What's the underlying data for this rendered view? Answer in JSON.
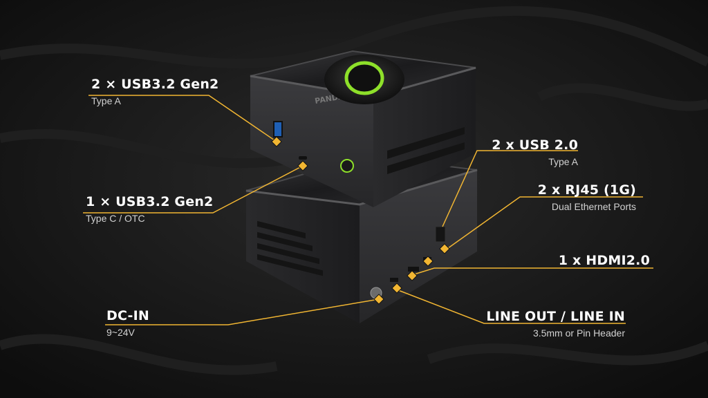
{
  "brand": {
    "logo_text": "PANDA"
  },
  "colors": {
    "accent": "#f2b632",
    "background": "#111111",
    "device": "#2c2c2e",
    "ring": "#8ee02a"
  },
  "callouts": [
    {
      "id": "usb32-typea",
      "title": "2 × USB3.2 Gen2",
      "subtitle": "Type A"
    },
    {
      "id": "usb32-typec",
      "title": "1 × USB3.2 Gen2",
      "subtitle": "Type C / OTC"
    },
    {
      "id": "usb20",
      "title": "2 x USB 2.0",
      "subtitle": "Type A"
    },
    {
      "id": "rj45",
      "title": "2 x RJ45 (1G)",
      "subtitle": "Dual Ethernet Ports"
    },
    {
      "id": "hdmi",
      "title": "1 x HDMI2.0",
      "subtitle": ""
    },
    {
      "id": "dcin",
      "title": "DC-IN",
      "subtitle": "9~24V"
    },
    {
      "id": "audio",
      "title": "LINE OUT / LINE IN",
      "subtitle": "3.5mm or Pin Header"
    }
  ]
}
